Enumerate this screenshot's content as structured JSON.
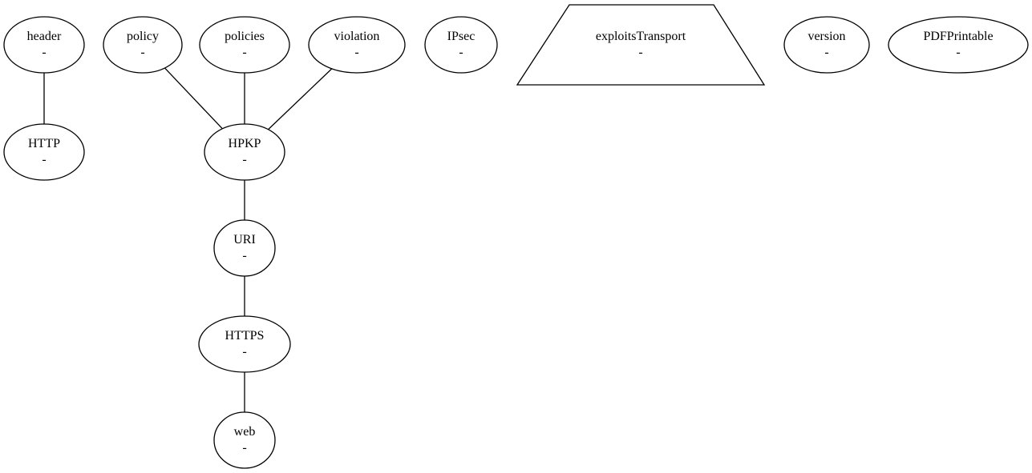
{
  "diagram": {
    "nodes": [
      {
        "id": "header",
        "label": "header",
        "sublabel": "-",
        "shape": "ellipse"
      },
      {
        "id": "HTTP",
        "label": "HTTP",
        "sublabel": "-",
        "shape": "ellipse"
      },
      {
        "id": "policy",
        "label": "policy",
        "sublabel": "-",
        "shape": "ellipse"
      },
      {
        "id": "policies",
        "label": "policies",
        "sublabel": "-",
        "shape": "ellipse"
      },
      {
        "id": "violation",
        "label": "violation",
        "sublabel": "-",
        "shape": "ellipse"
      },
      {
        "id": "HPKP",
        "label": "HPKP",
        "sublabel": "-",
        "shape": "ellipse"
      },
      {
        "id": "URI",
        "label": "URI",
        "sublabel": "-",
        "shape": "ellipse"
      },
      {
        "id": "HTTPS",
        "label": "HTTPS",
        "sublabel": "-",
        "shape": "ellipse"
      },
      {
        "id": "web",
        "label": "web",
        "sublabel": "-",
        "shape": "ellipse"
      },
      {
        "id": "IPsec",
        "label": "IPsec",
        "sublabel": "-",
        "shape": "ellipse"
      },
      {
        "id": "exploitsTransport",
        "label": "exploitsTransport",
        "sublabel": "-",
        "shape": "trapezium"
      },
      {
        "id": "version",
        "label": "version",
        "sublabel": "-",
        "shape": "ellipse"
      },
      {
        "id": "PDFPrintable",
        "label": "PDFPrintable",
        "sublabel": "-",
        "shape": "ellipse"
      }
    ],
    "edges": [
      {
        "from": "header",
        "to": "HTTP"
      },
      {
        "from": "policy",
        "to": "HPKP"
      },
      {
        "from": "policies",
        "to": "HPKP"
      },
      {
        "from": "violation",
        "to": "HPKP"
      },
      {
        "from": "HPKP",
        "to": "URI"
      },
      {
        "from": "URI",
        "to": "HTTPS"
      },
      {
        "from": "HTTPS",
        "to": "web"
      }
    ]
  }
}
